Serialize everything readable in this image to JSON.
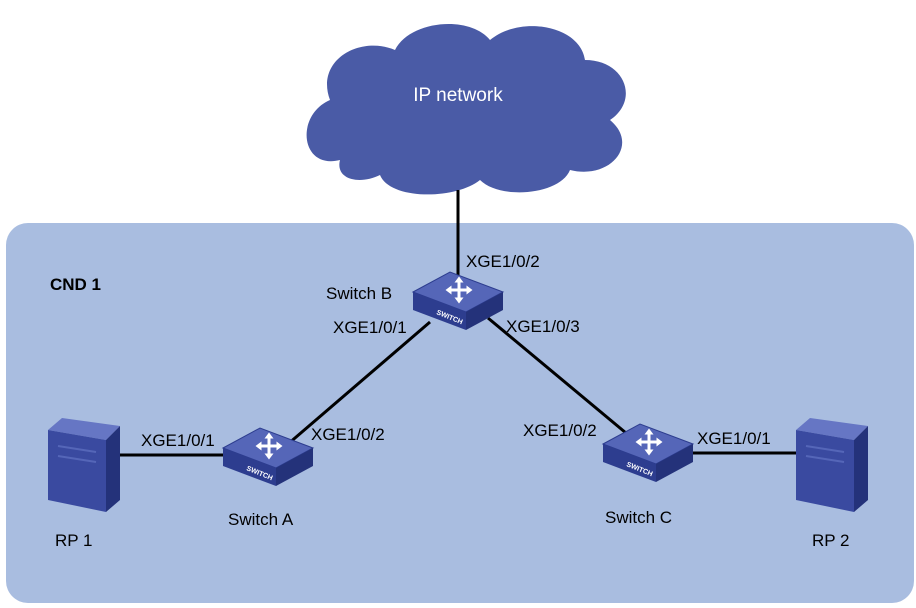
{
  "colors": {
    "region_fill": "#a9bde0",
    "cloud_fill": "#4a5ba6",
    "device_top": "#5566b8",
    "device_side": "#2d3d8f",
    "server_body": "#3a4aa0",
    "link": "#000000"
  },
  "cloud": {
    "label": "IP network"
  },
  "region": {
    "label": "CND 1"
  },
  "switches": {
    "a": {
      "name": "Switch A",
      "icon_text": "SWITCH"
    },
    "b": {
      "name": "Switch B",
      "icon_text": "SWITCH"
    },
    "c": {
      "name": "Switch C",
      "icon_text": "SWITCH"
    }
  },
  "servers": {
    "rp1": {
      "name": "RP 1"
    },
    "rp2": {
      "name": "RP 2"
    }
  },
  "ports": {
    "b_uplink": "XGE1/0/2",
    "b_to_a": "XGE1/0/1",
    "b_to_c": "XGE1/0/3",
    "a_to_rp1": "XGE1/0/1",
    "a_to_b": "XGE1/0/2",
    "c_to_b": "XGE1/0/2",
    "c_to_rp2": "XGE1/0/1"
  }
}
